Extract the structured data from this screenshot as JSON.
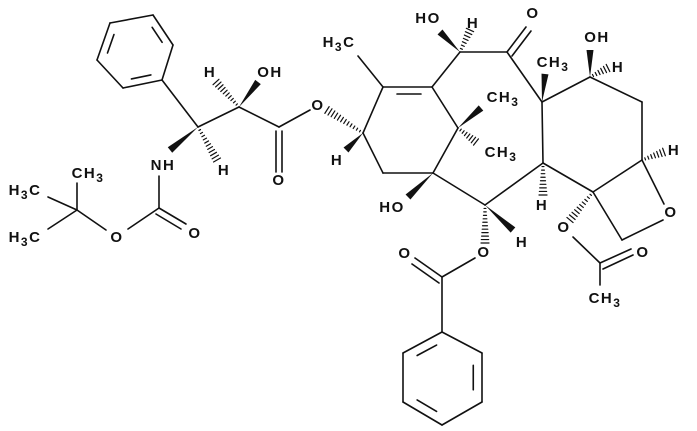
{
  "molecule": {
    "labels": {
      "c2p_oh": "OH",
      "c2p_h": "H",
      "c3p_h": "H",
      "nh": "NH",
      "ester_o": "O",
      "ester_co": "O",
      "carbamate_co": "O",
      "carbamate_o": "O",
      "tbu_ch3_top": {
        "main": "CH",
        "sub": "3"
      },
      "tbu_h3c_mid": {
        "main": "H",
        "sub": "3",
        "tail": "C"
      },
      "tbu_h3c_bot": {
        "main": "H",
        "sub": "3",
        "tail": "C"
      },
      "c12_h3c": {
        "main": "H",
        "sub": "3",
        "tail": "C"
      },
      "c13_h": "H",
      "c10_ho": "HO",
      "c10_h": "H",
      "c9_o": "O",
      "c15_ch3_a": {
        "main": "CH",
        "sub": "3"
      },
      "c15_ch3_b": {
        "main": "CH",
        "sub": "3"
      },
      "c8_ch3": {
        "main": "CH",
        "sub": "3"
      },
      "c7_oh": "OH",
      "c7_h": "H",
      "c5_h": "H",
      "c1_ho": "HO",
      "c3_h": "H",
      "c2_h": "H",
      "c2_o": "O",
      "c4_o": "O",
      "oxetane_o": "O",
      "acetyl_o": "O",
      "acetyl_ch3": {
        "main": "CH",
        "sub": "3"
      },
      "benzoyl_o": "O"
    }
  }
}
